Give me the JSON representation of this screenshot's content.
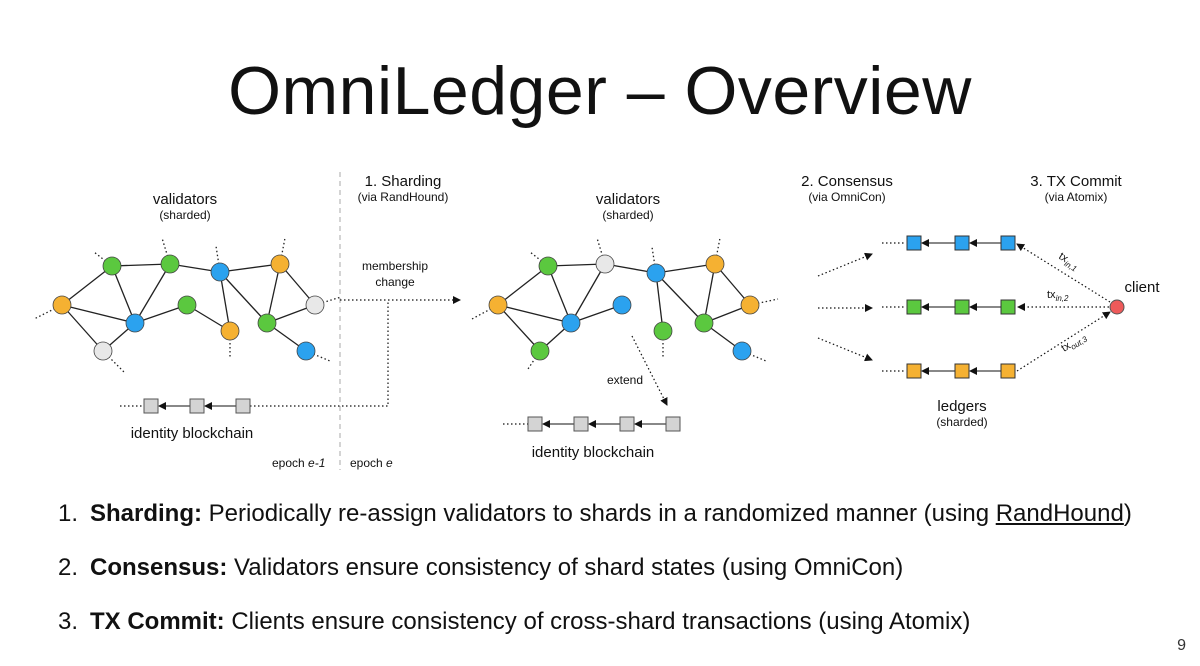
{
  "title": "OmniLedger – Overview",
  "diagram": {
    "left_validators": {
      "title": "validators",
      "subtitle": "(sharded)"
    },
    "step1": {
      "title": "1. Sharding",
      "subtitle": "(via RandHound)"
    },
    "membership_change": [
      "membership",
      "change"
    ],
    "mid_validators": {
      "title": "validators",
      "subtitle": "(sharded)"
    },
    "step2": {
      "title": "2. Consensus",
      "subtitle": "(via OmniCon)"
    },
    "step3": {
      "title": "3. TX Commit",
      "subtitle": "(via Atomix)"
    },
    "left_chain_label": "identity blockchain",
    "epoch_prev_prefix": "epoch ",
    "epoch_prev_var": "e-1",
    "epoch_cur_prefix": "epoch ",
    "epoch_cur_var": "e",
    "extend_label": "extend",
    "mid_chain_label": "identity blockchain",
    "client_label": "client",
    "ledgers": {
      "title": "ledgers",
      "subtitle": "(sharded)"
    },
    "tx_labels": [
      {
        "base": "tx",
        "sub": "in,1"
      },
      {
        "base": "tx",
        "sub": "in,2"
      },
      {
        "base": "tx",
        "sub": "out,3"
      }
    ],
    "node_colors": {
      "orange": "#F5B132",
      "green": "#5BC83F",
      "blue": "#2BA2EF",
      "gray": "#E8E8E8",
      "client": "#EE5A5A",
      "block_gray": "#D4D4D4"
    }
  },
  "bullets": [
    {
      "num": "1.",
      "term": "Sharding:",
      "text": " Periodically re-assign validators to shards in a randomized manner (using ",
      "link": "RandHound",
      "tail": ")"
    },
    {
      "num": "2.",
      "term": "Consensus:",
      "text": " Validators ensure consistency of shard states (using OmniCon)",
      "link": "",
      "tail": ""
    },
    {
      "num": "3.",
      "term": "TX Commit:",
      "text": " Clients ensure consistency of cross-shard transactions (using Atomix)",
      "link": "",
      "tail": ""
    }
  ],
  "page_number": "9"
}
